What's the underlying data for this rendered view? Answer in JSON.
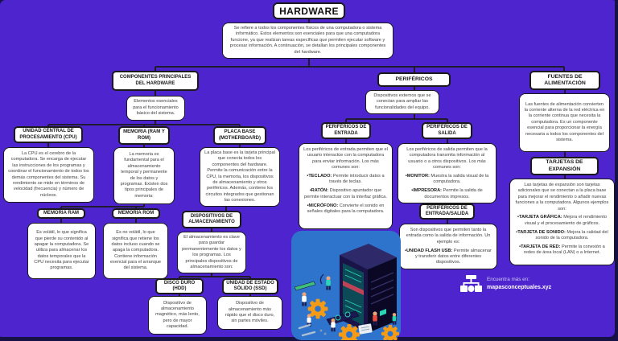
{
  "title": "HARDWARE",
  "intro": "Se refiere a todos los componentes físicos de una computadora o sistema informático. Estos elementos son esenciales para que una computadora funcione, ya que realizan tareas específicas que permiten ejecutar software y procesar información. A continuación, se detallan los principales componentes del hardware.",
  "componentes": {
    "label": "COMPONENTES PRINCIPALES DEL HARDWARE",
    "desc": "Elementos esenciales para el funcionamiento básico del sistema.",
    "cpu": {
      "label": "UNIDAD CENTRAL DE PROCESAMIENTO (CPU)",
      "desc": "La CPU es el cerebro de la computadora. Se encarga de ejecutar las instrucciones de los programas y coordinar el funcionamiento de todos los demás componentes del sistema. Su rendimiento se mide en términos de velocidad (frecuencia) y número de núcleos."
    },
    "memoria": {
      "label": "MEMORIA (RAM Y ROM)",
      "desc": "La memoria es fundamental para el almacenamiento temporal y permanente de los datos y programas. Existen dos tipos principales de memoria:",
      "ram": {
        "label": "MEMORIA RAM",
        "desc": "Es volátil, lo que significa que pierde su contenido al apagar la computadora. Se utiliza para almacenar los datos temporales que la CPU necesita para ejecutar programas."
      },
      "rom": {
        "label": "MEMORIA ROM",
        "desc": "Es no volátil, lo que significa que retiene los datos incluso cuando se apaga la computadora. Contiene información esencial para el arranque del sistema."
      }
    },
    "placa": {
      "label": "PLACA BASE (MOTHERBOARD)",
      "desc": "La placa base es la tarjeta principal que conecta todos los componentes del hardware. Permite la comunicación entre la CPU, la memoria, los dispositivos de almacenamiento y otros periféricos. Además, contiene los circuitos integrados que gestionan las conexiones.",
      "almacenamiento": {
        "label": "DISPOSITIVOS DE ALMACENAMIENTO",
        "desc": "El almacenamiento es clave para guardar permanentemente los datos y los programas. Los principales dispositivos de almacenamiento son:",
        "hdd": {
          "label": "DISCO DURO (HDD)",
          "desc": "Dispositivo de almacenamiento magnético, más lento, pero de mayor capacidad."
        },
        "ssd": {
          "label": "UNIDAD DE ESTADO SÓLIDO (SSD)",
          "desc": "Dispositivo de almacenamiento más rápido que el disco duro, sin partes móviles."
        }
      }
    }
  },
  "perifericos": {
    "label": "PERIFÉRICOS",
    "desc": "Dispositivos externos que se conectan para ampliar las funcionalidades del equipo.",
    "entrada": {
      "label": "PERIFÉRICOS DE ENTRADA",
      "desc": "Los periféricos de entrada permiten que el usuario interactúe con la computadora para enviar información. Los más comunes son:",
      "items": [
        {
          "term": "•TECLADO:",
          "text": " Permite introducir datos a través de teclas."
        },
        {
          "term": "•RATÓN:",
          "text": " Dispositivo apuntador que permite interactuar con la interfaz gráfica."
        },
        {
          "term": "•MICRÓFONO:",
          "text": " Convierte el sonido en señales digitales para la computadora."
        }
      ]
    },
    "salida": {
      "label": "PERIFÉRICOS DE SALIDA",
      "desc": "Los periféricos de salida permiten que la computadora transmita información al usuario o a otros dispositivos. Los más comunes son:",
      "items": [
        {
          "term": "•MONITOR:",
          "text": " Muestra la salida visual de la computadora."
        },
        {
          "term": "•IMPRESORA:",
          "text": " Permite la salida de documentos impresos."
        }
      ]
    },
    "entrada_salida": {
      "label": "PERIFÉRICOS DE ENTRADA/SALIDA",
      "desc": "Son dispositivos que permiten tanto la entrada como la salida de información. Un ejemplo es:",
      "items": [
        {
          "term": "•UNIDAD FLASH USB:",
          "text": " Permite almacenar y transferir datos entre diferentes dispositivos."
        }
      ]
    }
  },
  "fuentes": {
    "label": "FUENTES DE ALIMENTACIÓN",
    "desc": "Las fuentes de alimentación convierten la corriente alterna de la red eléctrica en la corriente continua que necesita la computadora. Es un componente esencial para proporcionar la energía necesaria a todos los componentes del sistema."
  },
  "tarjetas": {
    "label": "TARJETAS DE EXPANSIÓN",
    "desc": "Las tarjetas de expansión son tarjetas adicionales que se conectan a la placa base para mejorar el rendimiento o añadir nuevas funciones a la computadora. Algunos ejemplos son:",
    "items": [
      {
        "term": "•TARJETA GRÁFICA:",
        "text": " Mejora el rendimiento visual y el procesamiento de gráficos."
      },
      {
        "term": "•TARJETA DE SONIDO:",
        "text": " Mejora la calidad del sonido de la computadora."
      },
      {
        "term": "•TARJETA DE RED:",
        "text": " Permite la conexión a redes de área local (LAN) o a Internet."
      }
    ]
  },
  "watermark": {
    "line1": "Encuentra más en:",
    "line2": "mapasconceptuales.xyz"
  },
  "colors": {
    "background": "#4E24CF",
    "frame": "#171245",
    "box_bg": "#FFFFFF",
    "box_border": "#1A1A1A",
    "connector": "#1A1A1A",
    "illustration_bg": "#2E74CC",
    "gear_orange": "#F39B17",
    "tower_navy": "#191348",
    "circuit_teal": "#2BD4B3"
  }
}
